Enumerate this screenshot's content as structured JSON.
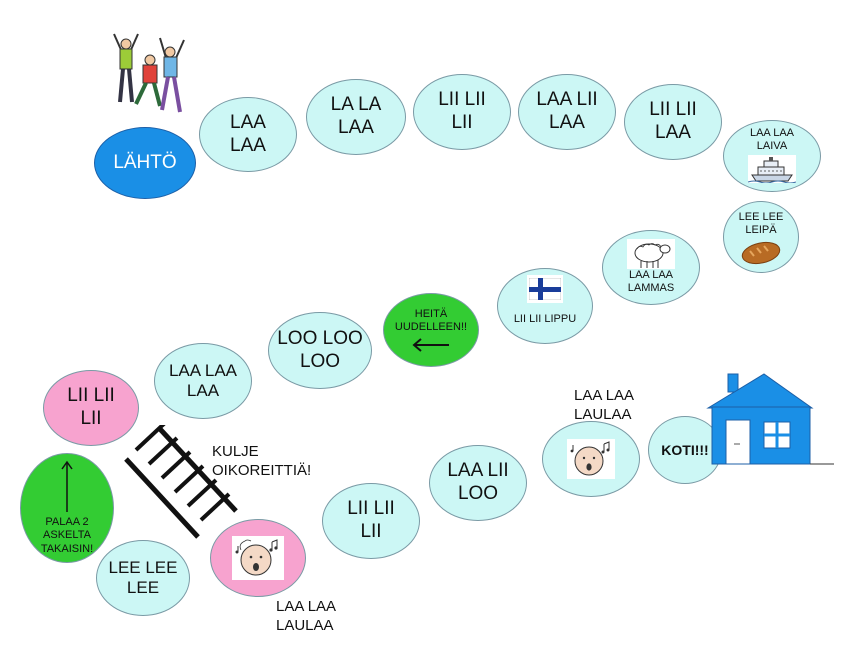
{
  "spaces": {
    "start": "LÄHTÖ",
    "s1": "LAA\nLAA",
    "s2": "LA LA\nLAA",
    "s3": "LII LII\nLII",
    "s4": "LAA LII\nLAA",
    "s5": "LII LII\nLAA",
    "s6": "LAA LAA\nLAIVA",
    "s7": "LEE LEE\nLEIPÄ",
    "s8": "LAA LAA\nLAMMAS",
    "s9": "LII LII LIPPU",
    "s10": "HEITÄ\nUUDELLEEN!!",
    "s11": "LOO LOO\nLOO",
    "s12": "LAA LAA\nLAA",
    "s13": "LII LII\nLII",
    "s14": "PALAA 2\nASKELTA\nTAKAISIN!",
    "s15": "LEE LEE\nLEE",
    "s17": "LII LII\nLII",
    "s18": "LAA LII\nLOO",
    "home": "KOTI!!!"
  },
  "captions": {
    "shortcut": "KULJE\nOIKOREITTIÄ!",
    "sing_top": "LAA LAA\nLAULAA",
    "sing_bottom": "LAA LAA\nLAULAA"
  },
  "colors": {
    "regular": "#ccf7f5",
    "start": "#1a8fe6",
    "special_pink": "#f7a3cf",
    "special_green": "#33cc33",
    "house": "#1a8fe6"
  },
  "icons": [
    "people-icon",
    "ship-icon",
    "bread-icon",
    "sheep-icon",
    "finland-flag-icon",
    "arrow-left-icon",
    "arrow-up-icon",
    "singing-face-icon",
    "ladder-icon",
    "house-icon"
  ]
}
